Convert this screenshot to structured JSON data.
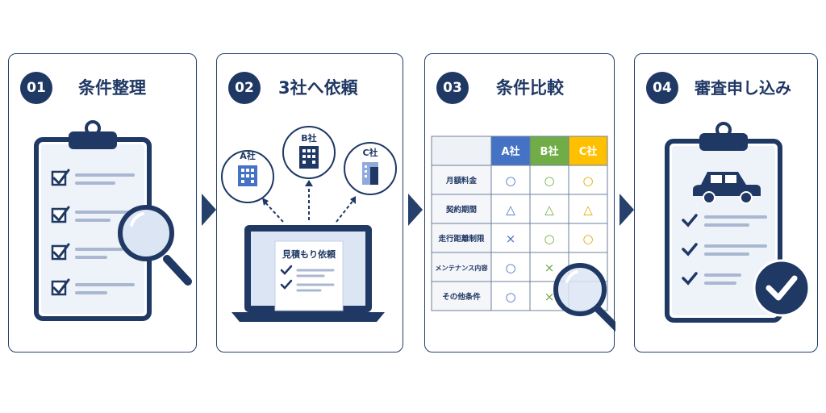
{
  "steps": [
    {
      "number": "01",
      "title": "条件整理"
    },
    {
      "number": "02",
      "title": "3社へ依頼"
    },
    {
      "number": "03",
      "title": "条件比較"
    },
    {
      "number": "04",
      "title": "審査申し込み"
    }
  ],
  "companies": [
    "A社",
    "B社",
    "C社"
  ],
  "request_document": "見積もり依頼",
  "comparison_table": {
    "headers": [
      "A社",
      "B社",
      "C社"
    ],
    "rows": [
      {
        "label": "月額料金",
        "marks": [
          "○",
          "○",
          "○"
        ]
      },
      {
        "label": "契約期間",
        "marks": [
          "△",
          "△",
          "△"
        ]
      },
      {
        "label": "走行距離制限",
        "marks": [
          "×",
          "○",
          "○"
        ]
      },
      {
        "label": "メンテナンス内容",
        "marks": [
          "○",
          "×",
          ""
        ]
      },
      {
        "label": "その他条件",
        "marks": [
          "○",
          "×",
          ""
        ]
      }
    ]
  },
  "colors": {
    "navy": "#1f3864",
    "light_blue": "#dbe5f3",
    "company_a": "#4472c4",
    "company_b": "#70ad47",
    "company_c": "#ffc000"
  },
  "icons": [
    "clipboard-icon",
    "magnifier-icon",
    "building-icon",
    "laptop-icon",
    "car-icon",
    "check-badge-icon",
    "chevron-right-icon"
  ]
}
